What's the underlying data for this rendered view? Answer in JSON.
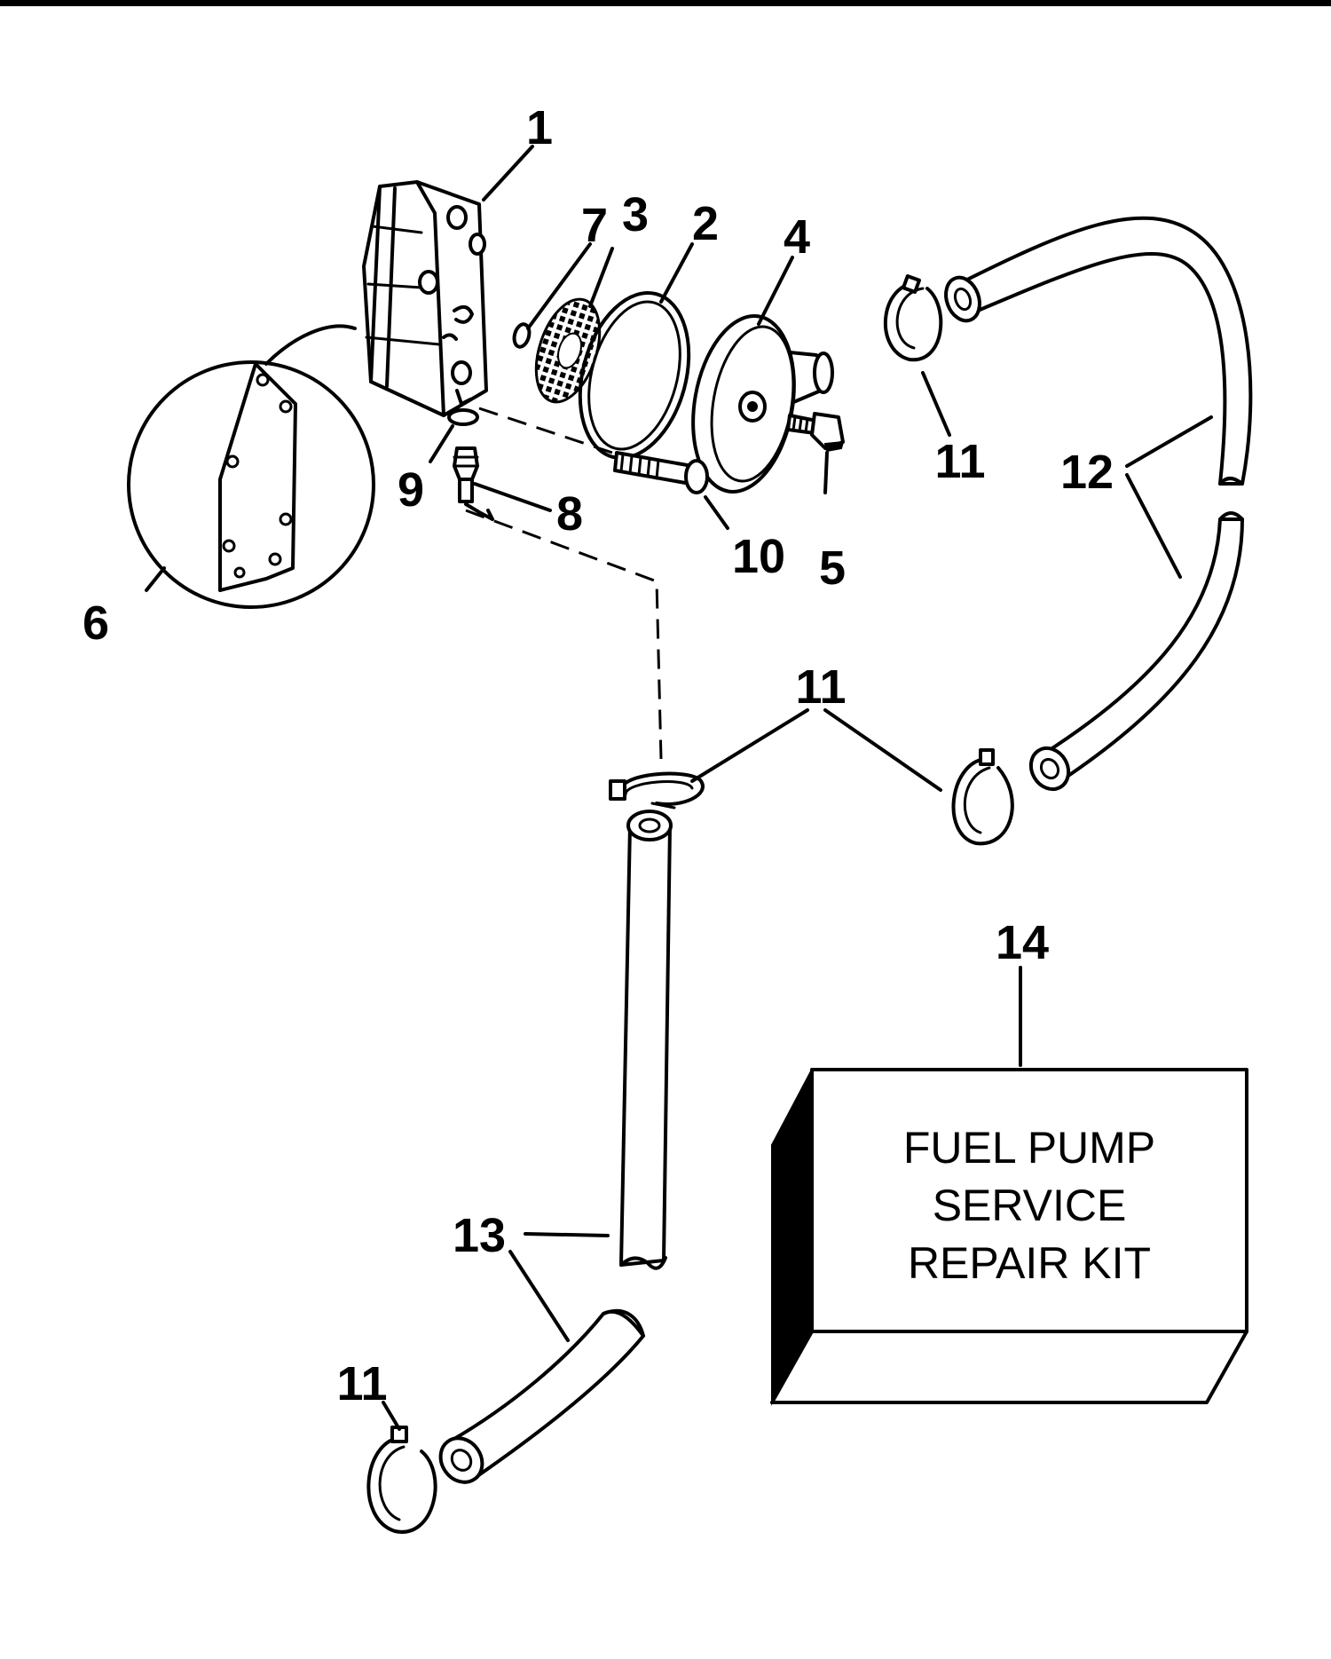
{
  "callouts": {
    "c1": "1",
    "c2": "2",
    "c3": "3",
    "c4": "4",
    "c5": "5",
    "c6": "6",
    "c7": "7",
    "c8": "8",
    "c9": "9",
    "c10": "10",
    "c11a": "11",
    "c11b": "11",
    "c11c": "11",
    "c12": "12",
    "c13": "13",
    "c14": "14"
  },
  "kit": {
    "line1": "FUEL PUMP",
    "line2": "SERVICE",
    "line3": "REPAIR KIT"
  },
  "colors": {
    "ink": "#000000",
    "paper": "#ffffff"
  }
}
